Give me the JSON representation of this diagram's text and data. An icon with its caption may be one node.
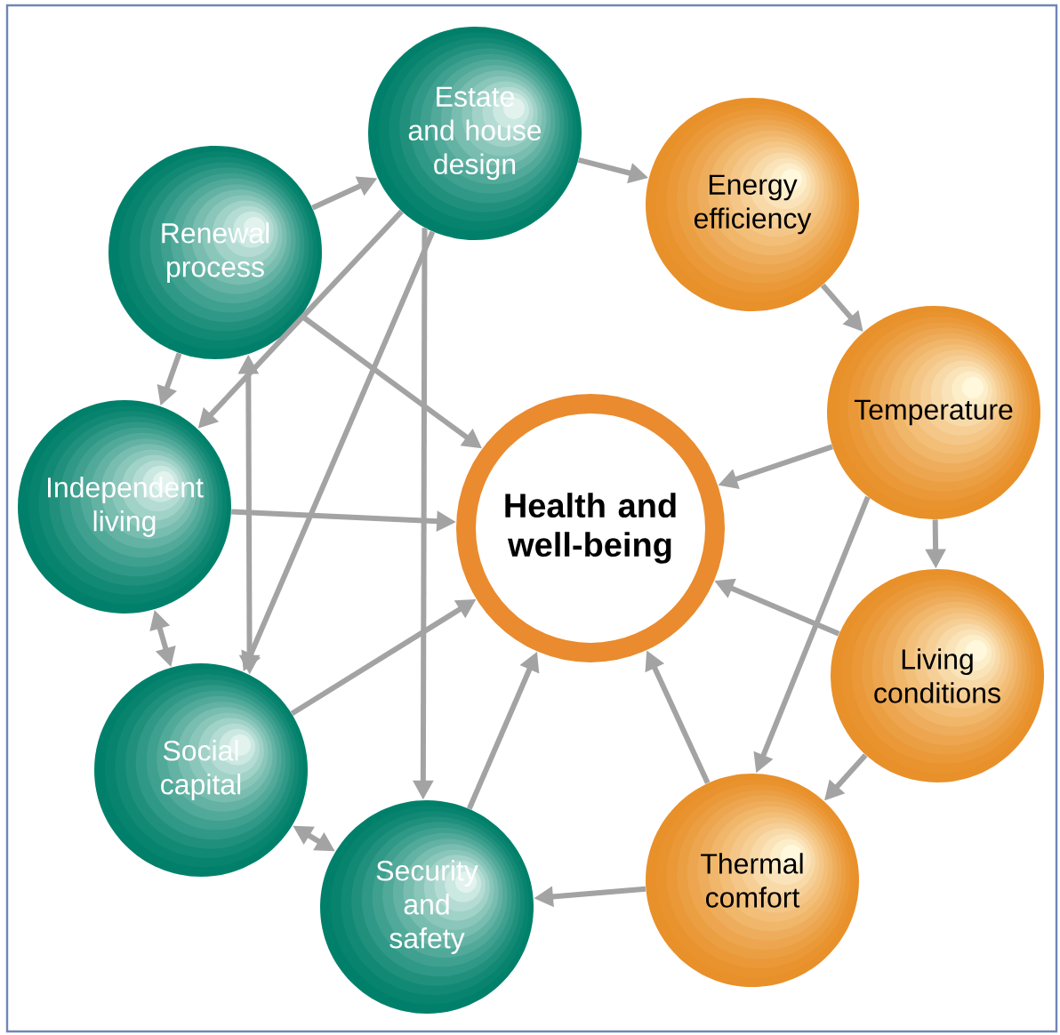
{
  "diagram": {
    "nodes": [
      {
        "text": [
          "Estate and house design"
        ]
      },
      {
        "text": [
          "Energy efficiency"
        ]
      },
      {
        "text": [
          "Renewal process"
        ]
      },
      {
        "text": [
          "Temperature"
        ]
      },
      {
        "text": [
          "Independent living"
        ]
      },
      {
        "text": [
          "Health and well-being"
        ]
      },
      {
        "text": [
          "Living conditions"
        ]
      },
      {
        "text": [
          "Social capital"
        ]
      },
      {
        "text": [
          "Thermal comfort"
        ]
      },
      {
        "text": [
          "Security and safety"
        ]
      }
    ],
    "edges": [
      {
        "from": 2,
        "to": 0,
        "arrow": "to"
      },
      {
        "from": 0,
        "to": 1,
        "arrow": "to"
      },
      {
        "from": 1,
        "to": 3,
        "arrow": "to"
      },
      {
        "from": 3,
        "to": 5,
        "arrow": "to"
      },
      {
        "from": 3,
        "to": 6,
        "arrow": "to"
      },
      {
        "from": 3,
        "to": 8,
        "arrow": "to"
      },
      {
        "from": 6,
        "to": 5,
        "arrow": "to"
      },
      {
        "from": 6,
        "to": 8,
        "arrow": "to"
      },
      {
        "from": 8,
        "to": 5,
        "arrow": "to"
      },
      {
        "from": 8,
        "to": 9,
        "arrow": "to"
      },
      {
        "from": 9,
        "to": 5,
        "arrow": "to"
      },
      {
        "from": 7,
        "to": 5,
        "arrow": "to"
      },
      {
        "from": 4,
        "to": 5,
        "arrow": "to"
      },
      {
        "from": 2,
        "to": 5,
        "arrow": "to"
      },
      {
        "from": 2,
        "to": 4,
        "arrow": "to"
      },
      {
        "from": 4,
        "to": 7,
        "arrow": "both"
      },
      {
        "from": 7,
        "to": 9,
        "arrow": "both"
      },
      {
        "from": 2,
        "to": 7,
        "arrow": "both"
      },
      {
        "from": 0,
        "to": 4,
        "arrow": "to"
      },
      {
        "from": 0,
        "to": 7,
        "arrow": "to"
      },
      {
        "from": 0,
        "to": 9,
        "arrow": "to"
      }
    ]
  }
}
